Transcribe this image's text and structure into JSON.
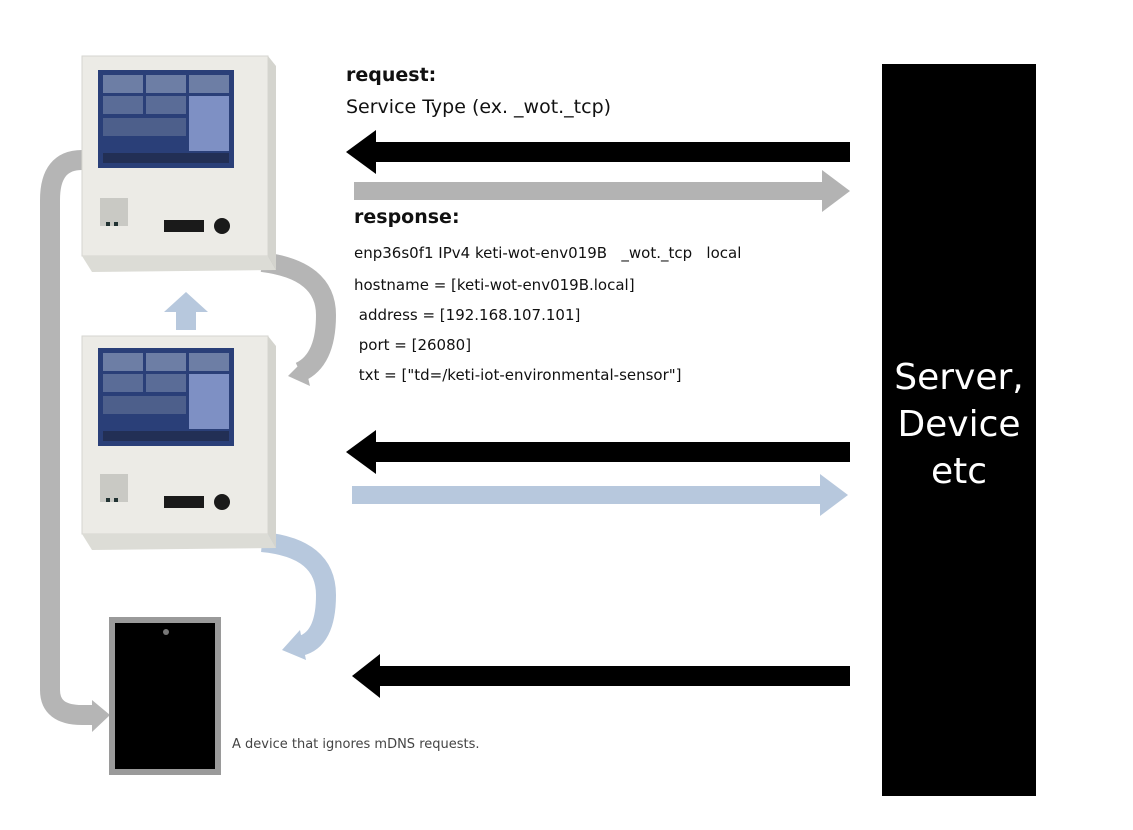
{
  "request": {
    "label": "request:",
    "text": "Service Type (ex. _wot._tcp)"
  },
  "response": {
    "label": "response:",
    "lines": [
      "enp36s0f1 IPv4 keti-wot-env019B   _wot._tcp   local",
      "hostname = [keti-wot-env019B.local]",
      " address = [192.168.107.101]",
      " port = [26080]",
      " txt = [\"td=/keti-iot-environmental-sensor\"]"
    ]
  },
  "server": {
    "label": "Server,\nDevice\netc"
  },
  "ignoring_device": {
    "caption": "A device that ignores mDNS requests."
  },
  "colors": {
    "black_arrow": "#000000",
    "gray_arrow": "#b3b3b3",
    "blue_arrow": "#b7c8dd",
    "device_body": "#ecebe6",
    "screen": "#2a3f78"
  }
}
